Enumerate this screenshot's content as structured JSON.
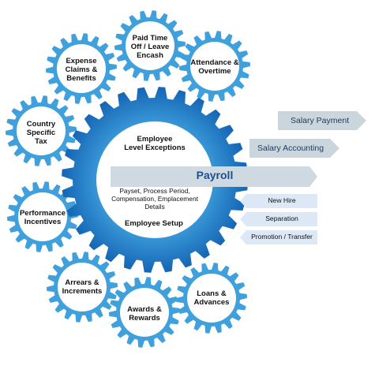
{
  "colors": {
    "gear_light": "#3fa0dc",
    "gear_dark": "#1565b5",
    "gear_inner": "#ffffff",
    "payroll_bar": "#cfd9e1",
    "arrow_gray": "#cbd5dc",
    "side_box": "#dce8f6",
    "payroll_text": "#1f4f8f"
  },
  "center": {
    "title": "Employee\nLevel Exceptions",
    "description": "Payset, Process Period,\nCompensation, Emplacement\nDetails",
    "setup": "Employee Setup",
    "payroll": "Payroll"
  },
  "gears": [
    {
      "id": "paid-time-off",
      "label": "Paid Time\nOff / Leave\nEncash"
    },
    {
      "id": "attendance",
      "label": "Attendance &\nOvertime"
    },
    {
      "id": "expense-claims",
      "label": "Expense\nClaims &\nBenefits"
    },
    {
      "id": "country-tax",
      "label": "Country\nSpecific\nTax"
    },
    {
      "id": "performance",
      "label": "Performance\nIncentives"
    },
    {
      "id": "arrears",
      "label": "Arrears &\nIncrements"
    },
    {
      "id": "awards",
      "label": "Awards &\nRewards"
    },
    {
      "id": "loans",
      "label": "Loans &\nAdvances"
    }
  ],
  "outputs": [
    {
      "id": "salary-payment",
      "label": "Salary Payment"
    },
    {
      "id": "salary-accounting",
      "label": "Salary Accounting"
    }
  ],
  "inputs": [
    {
      "id": "new-hire",
      "label": "New Hire"
    },
    {
      "id": "separation",
      "label": "Separation"
    },
    {
      "id": "promotion-transfer",
      "label": "Promotion / Transfer"
    }
  ]
}
